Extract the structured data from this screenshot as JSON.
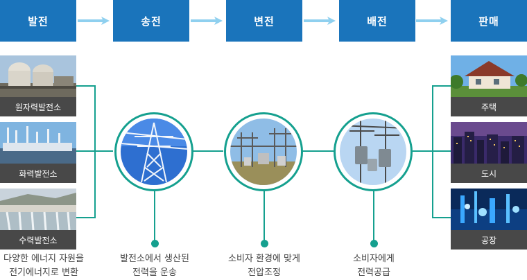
{
  "stages": [
    {
      "label": "발전"
    },
    {
      "label": "송전"
    },
    {
      "label": "변전"
    },
    {
      "label": "배전"
    },
    {
      "label": "판매"
    }
  ],
  "generation_plants": [
    {
      "label": "원자력발전소",
      "icon": "nuclear-plant-photo"
    },
    {
      "label": "화력발전소",
      "icon": "thermal-plant-photo"
    },
    {
      "label": "수력발전소",
      "icon": "hydro-dam-photo"
    }
  ],
  "consumers": [
    {
      "label": "주택",
      "icon": "house-photo"
    },
    {
      "label": "도시",
      "icon": "city-night-photo"
    },
    {
      "label": "공장",
      "icon": "factory-night-photo"
    }
  ],
  "process_steps": [
    {
      "icon": "transmission-tower-photo",
      "line1": "발전소에서 생산된",
      "line2": "전력을 운송"
    },
    {
      "icon": "substation-photo",
      "line1": "소비자 환경에 맞게",
      "line2": "전압조정"
    },
    {
      "icon": "distribution-pole-photo",
      "line1": "소비자에게",
      "line2": "전력공급"
    }
  ],
  "generation_desc": {
    "line1": "다양한 에너지 자원을",
    "line2": "전기에너지로 변환"
  },
  "colors": {
    "header_blue": "#1a74bb",
    "arrow_blue": "#8fd0ef",
    "connector_teal": "#15a08f",
    "caption_gray": "#484848"
  }
}
